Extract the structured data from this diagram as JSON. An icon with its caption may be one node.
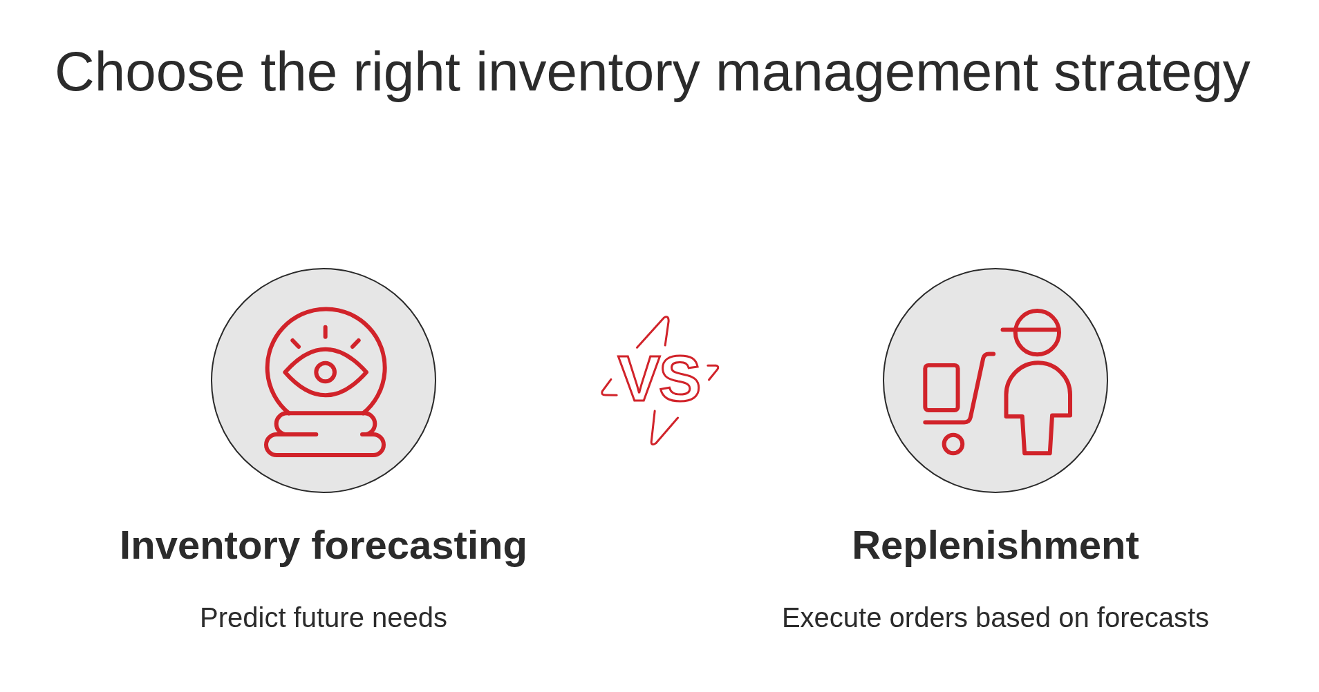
{
  "diagram": {
    "title": "Choose the right inventory management strategy",
    "nodes": [
      {
        "text": [
          "Inventory forecasting",
          "Predict future needs"
        ]
      },
      {
        "text": [
          "Replenishment",
          "Execute orders based on forecasts"
        ]
      }
    ],
    "labels": [
      "VS"
    ]
  }
}
